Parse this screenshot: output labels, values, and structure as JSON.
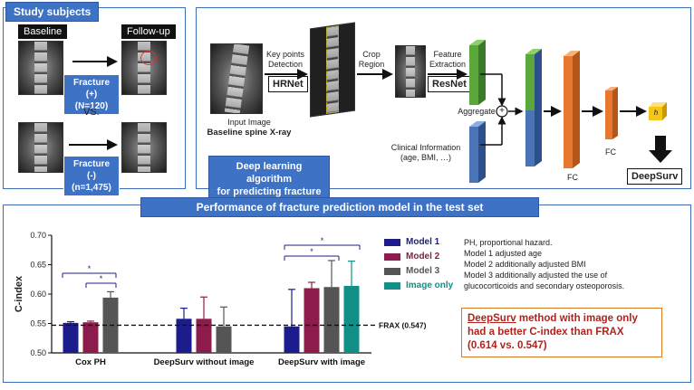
{
  "study": {
    "title": "Study subjects",
    "baseline": "Baseline",
    "followup": "Follow-up",
    "frac_pos": "Fracture (+)",
    "frac_pos_n": "(N=120)",
    "vs": "VS.",
    "frac_neg": "Fracture (-)",
    "frac_neg_n": "(n=1,475)"
  },
  "pipeline": {
    "input_line1": "Input Image",
    "input_line2": "Baseline spine X-ray",
    "keypoints_line1": "Key points",
    "keypoints_line2": "Detection",
    "hrnet": "HRNet",
    "crop_line1": "Crop",
    "crop_line2": "Region",
    "feature_line1": "Feature",
    "feature_line2": "Extraction",
    "resnet": "ResNet",
    "aggregate": "Aggregate",
    "plus": "+",
    "clinical_line1": "Clinical Information",
    "clinical_line2": "(age, BMI, …)",
    "fc": "FC",
    "fc2": "FC",
    "h": "h",
    "deepsurv": "DeepSurv",
    "algo_line1": "Deep learning algorithm",
    "algo_line2": "for predicting fracture"
  },
  "perf": {
    "title": "Performance of fracture prediction model in the test set"
  },
  "chart_data": {
    "type": "bar",
    "ylabel": "C-index",
    "ylim": [
      0.5,
      0.7
    ],
    "yticks": [
      "0.50",
      "0.55",
      "0.60",
      "0.65",
      "0.70"
    ],
    "categories": [
      "Cox PH",
      "DeepSurv without image",
      "DeepSurv with image"
    ],
    "series": [
      {
        "name": "Model 1",
        "color": "#1c1c8c",
        "values": [
          0.551,
          0.558,
          0.545
        ],
        "err": [
          0.002,
          0.018,
          0.063
        ]
      },
      {
        "name": "Model 2",
        "color": "#8c1c4b",
        "values": [
          0.552,
          0.558,
          0.61
        ],
        "err": [
          0.002,
          0.037,
          0.01
        ]
      },
      {
        "name": "Model 3",
        "color": "#555555",
        "values": [
          0.594,
          0.545,
          0.612
        ],
        "err": [
          0.01,
          0.033,
          0.045
        ]
      },
      {
        "name": "Image only",
        "color": "#0f8f85",
        "values": [
          null,
          null,
          0.614
        ],
        "err": [
          null,
          null,
          0.042
        ]
      }
    ],
    "frax": {
      "value": 0.547,
      "label": "FRAX (0.547)"
    },
    "star": "*"
  },
  "notes": {
    "line1": "PH, proportional hazard.",
    "line2": "Model 1 adjusted age",
    "line3": "Model 2 additionally adjusted BMI",
    "line4": "Model 3 additionally adjusted the use of",
    "line5": "glucocorticoids and secondary osteoporosis."
  },
  "conclusion": {
    "lead": "DeepSurv",
    "rest1": " method with image only",
    "line2": "had a better C-index than FRAX",
    "line3": "(0.614 vs. 0.547)"
  }
}
